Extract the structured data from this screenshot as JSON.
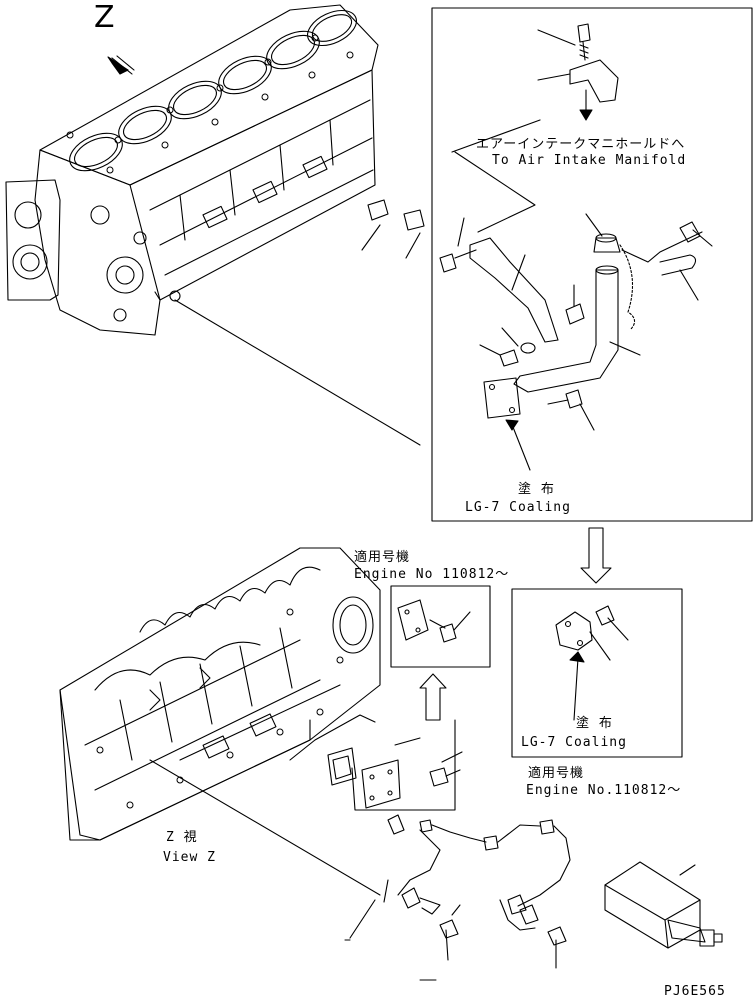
{
  "view_letter": "Z",
  "top_inset": {
    "destination_jp": "エアーインテークマニホールドへ",
    "destination_en": "To Air Intake Manifold",
    "coating_jp": "塗 布",
    "coating_en": "LG-7 Coaling"
  },
  "upper_variant": {
    "applicability_jp": "適用号機",
    "engine_no": "Engine No 110812～"
  },
  "right_inset": {
    "coating_jp": "塗 布",
    "coating_en": "LG-7 Coaling",
    "applicability_jp": "適用号機",
    "engine_no": "Engine No.110812～"
  },
  "view_caption": {
    "jp": "Z 視",
    "en": "View Z"
  },
  "drawing_code": "PJ6E565"
}
